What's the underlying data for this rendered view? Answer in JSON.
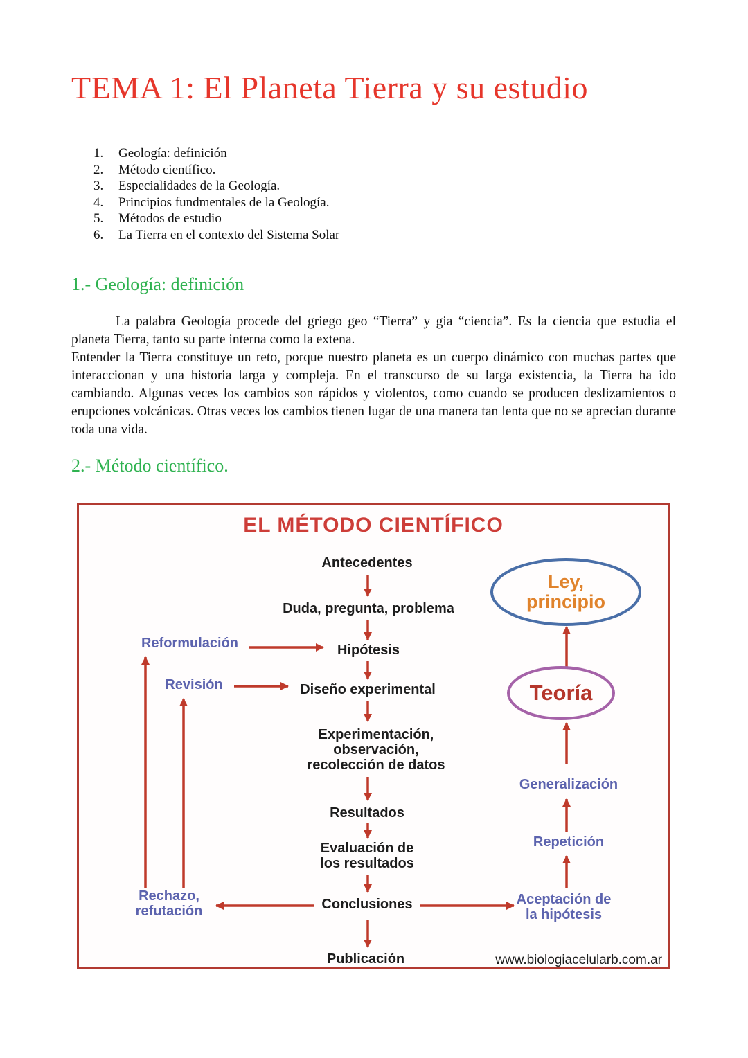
{
  "page": {
    "title": "TEMA 1: El Planeta Tierra y su estudio",
    "toc": [
      {
        "num": "1.",
        "label": "Geología: definición"
      },
      {
        "num": "2.",
        "label": "Método científico."
      },
      {
        "num": "3.",
        "label": "Especialidades de la Geología."
      },
      {
        "num": "4.",
        "label": "Principios fundmentales de la Geología."
      },
      {
        "num": "5.",
        "label": "Métodos de estudio"
      },
      {
        "num": "6.",
        "label": "La Tierra en el contexto del Sistema Solar"
      }
    ],
    "section1": {
      "heading": "1.- Geología: definición",
      "para1": "La palabra Geología procede del griego geo “Tierra” y gia “ciencia”. Es la ciencia que estudia el planeta Tierra, tanto su parte interna como la extena.",
      "para2": "Entender la Tierra constituye un reto, porque nuestro planeta es un cuerpo dinámico con muchas partes que interaccionan y una historia larga y compleja. En el transcurso de su larga existencia, la Tierra ha ido cambiando. Algunas veces los cambios son rápidos y violentos, como cuando se producen deslizamientos o erupciones volcánicas. Otras veces los cambios tienen lugar de una manera tan lenta que no se aprecian durante toda una vida."
    },
    "section2": {
      "heading": "2.- Método científico."
    }
  },
  "diagram": {
    "title": "EL MÉTODO CIENTÍFICO",
    "nodes": {
      "antecedentes": "Antecedentes",
      "duda": "Duda, pregunta, problema",
      "hipotesis": "Hipótesis",
      "diseno": "Diseño experimental",
      "experimentacion": [
        "Experimentación,",
        "observación,",
        "recolección de datos"
      ],
      "resultados": "Resultados",
      "evaluacion": [
        "Evaluación de",
        "los resultados"
      ],
      "conclusiones": "Conclusiones",
      "publicacion": "Publicación"
    },
    "side_labels": {
      "reformulacion": "Reformulación",
      "revision": "Revisión",
      "rechazo": [
        "Rechazo,",
        "refutación"
      ],
      "generalizacion": "Generalización",
      "repeticion": "Repetición",
      "aceptacion": [
        "Aceptación de",
        "la hipótesis"
      ]
    },
    "ellipses": {
      "ley": [
        "Ley,",
        "principio"
      ],
      "teoria": "Teoría"
    },
    "watermark": "www.biologiacelularb.com.ar",
    "colors": {
      "title_red": "#e6362b",
      "heading_green": "#2fb250",
      "diagram_border_red": "#b23a31",
      "arrow_red": "#bf3a2b",
      "diagram_title_red": "#cd3d38",
      "label_blue": "#5c63ae",
      "node_black": "#1d1d1d",
      "ley_text_orange": "#e0832c",
      "ley_ellipse_blue": "#4a6fa8",
      "teoria_text_red": "#b5362b",
      "teoria_ellipse_purple": "#a562a8"
    }
  }
}
